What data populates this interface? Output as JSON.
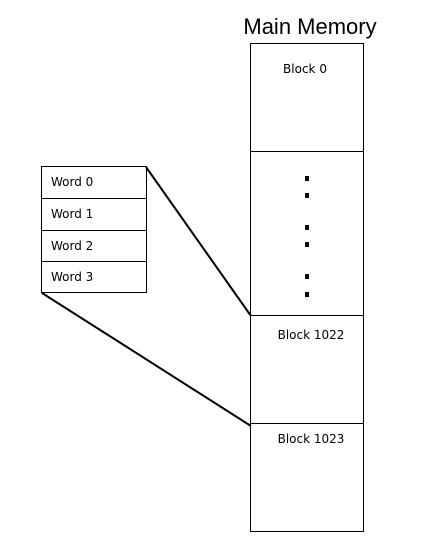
{
  "title": "Main Memory",
  "memory_blocks": [
    {
      "label": "Block 0"
    },
    {
      "label": ""
    },
    {
      "label": "Block 1022"
    },
    {
      "label": "Block 1023"
    }
  ],
  "words": [
    "Word 0",
    "Word 1",
    "Word 2",
    "Word 3"
  ],
  "ellipsis_dots": 6
}
